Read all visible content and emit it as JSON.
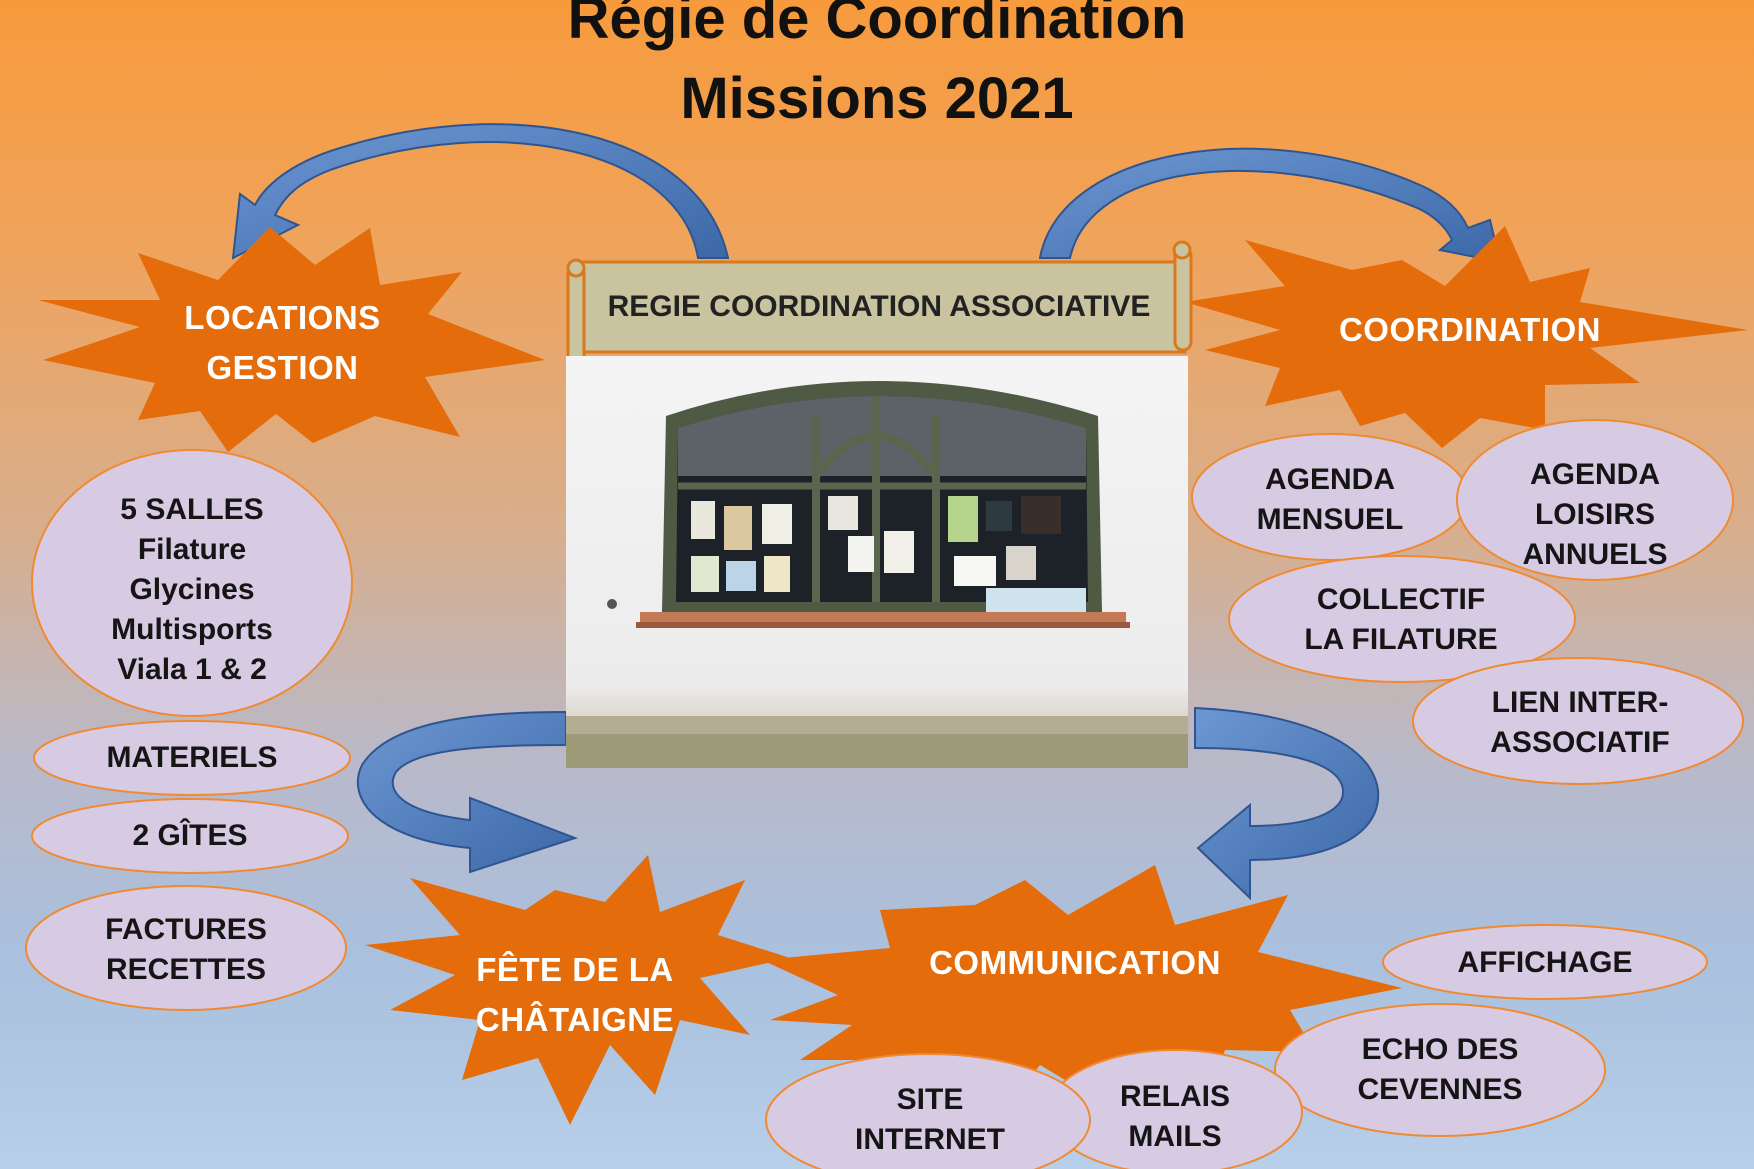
{
  "title": {
    "line1": "Régie de Coordination",
    "line2": "Missions 2021"
  },
  "center": {
    "scroll_label": "REGIE COORDINATION ASSOCIATIVE"
  },
  "stars": {
    "locations": "LOCATIONS\nGESTION",
    "coordination": "COORDINATION",
    "fete": "FÊTE DE LA\nCHÂTAIGNE",
    "communication": "COMMUNICATION"
  },
  "locations_items": [
    "5 SALLES\nFilature\nGlycines\nMultisports\nViala 1 & 2",
    "MATERIELS",
    "2 GÎTES",
    "FACTURES\nRECETTES"
  ],
  "coordination_items": [
    "AGENDA\nMENSUEL",
    "AGENDA\nLOISIRS\nANNUELS",
    "COLLECTIF\nLA FILATURE",
    "LIEN INTER-\nASSOCIATIF"
  ],
  "communication_items": [
    "AFFICHAGE",
    "ECHO DES\nCEVENNES",
    "RELAIS\nMAILS",
    "SITE\nINTERNET"
  ],
  "colors": {
    "star_fill": "#e46c0a",
    "ellipse_fill": "#d7cbe4",
    "ellipse_stroke": "#f08a32",
    "arrow_fill": "#4a78b8",
    "scroll_fill": "#c9c3a0",
    "scroll_stroke": "#d87a1c"
  }
}
